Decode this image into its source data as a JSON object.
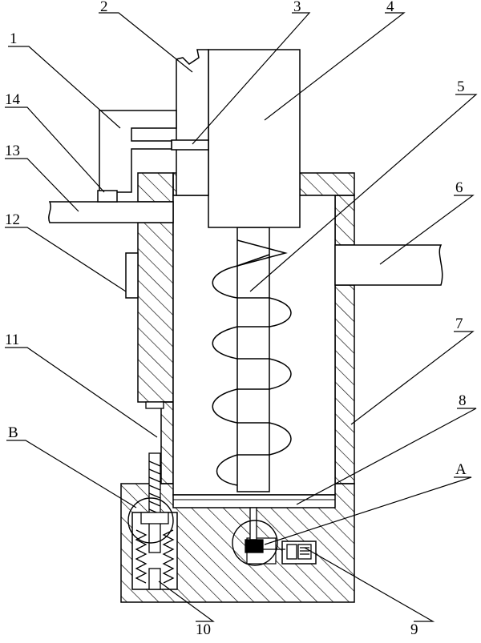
{
  "figure": {
    "labels": {
      "l1": "1",
      "l2": "2",
      "l3": "3",
      "l4": "4",
      "l5": "5",
      "l6": "6",
      "l7": "7",
      "l8": "8",
      "l9": "9",
      "l10": "10",
      "l11": "11",
      "l12": "12",
      "l13": "13",
      "l14": "14",
      "lA": "A",
      "lB": "B"
    },
    "colors": {
      "line": "#000000",
      "background": "#ffffff"
    }
  }
}
